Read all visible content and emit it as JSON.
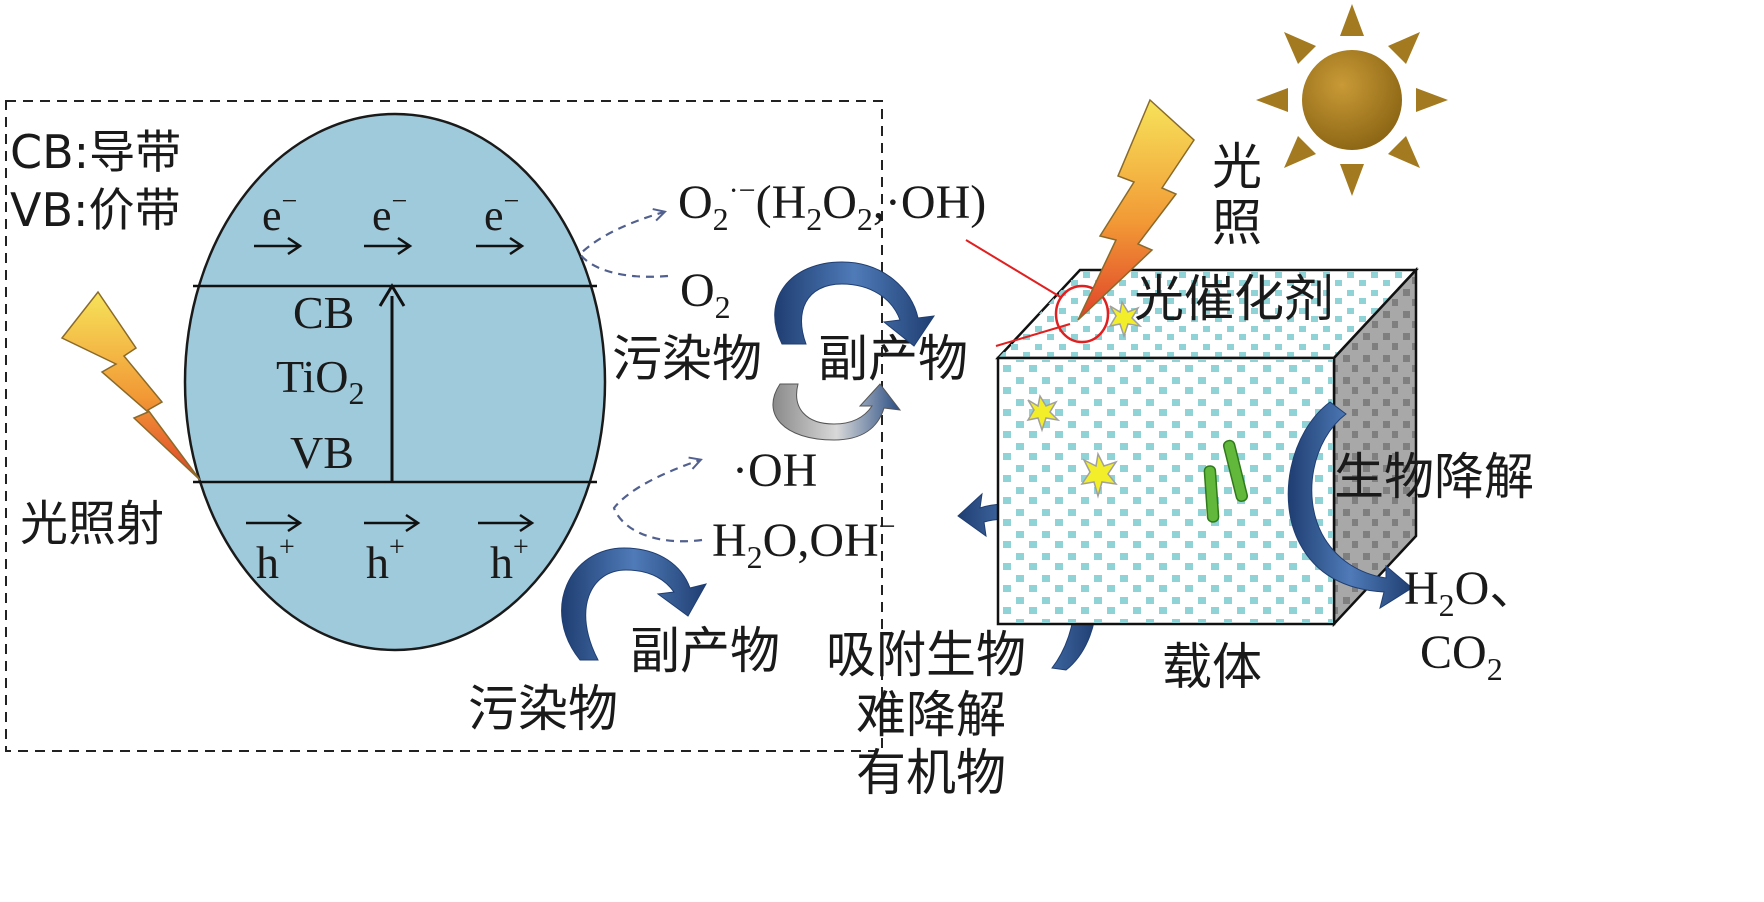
{
  "legend": {
    "cb": "CB:导带",
    "vb": "VB:价带"
  },
  "band": {
    "electron": "e",
    "electron_sup": "−",
    "hole": "h",
    "hole_sup": "+",
    "cb": "CB",
    "ti": "TiO",
    "ti_sub": "2",
    "vb": "VB"
  },
  "labels": {
    "light_irradiation": "光照射",
    "o2": "O",
    "o2_sub": "2",
    "radicals": {
      "t1": "O",
      "t2": "2",
      "t3": "·−",
      "t4": "(H",
      "t5": "2",
      "t6": "O",
      "t7": "2",
      "t8": ",·OH)"
    },
    "pollutant_top": "污染物",
    "byproduct_top": "副产物",
    "oh": "·OH",
    "water": {
      "t1": "H",
      "t2": "2",
      "t3": "O,OH",
      "t4": "−"
    },
    "byproduct_bottom": "副产物",
    "pollutant_bottom": "污染物",
    "adsorb": [
      "吸附生物",
      "难降解",
      "有机物"
    ],
    "light_right": [
      "光",
      "照"
    ],
    "photocatalyst": "光催化剂",
    "biodegradation": "生物降解",
    "carrier": "载体",
    "products": {
      "t1": "H",
      "t2": "2",
      "t3": "O、",
      "t4": "CO",
      "t5": "2"
    }
  },
  "colors": {
    "band_fill": "#9fcadb",
    "arrow_blue": "#2a4e84",
    "dashed": "#51608e",
    "sun": "#a37a1f",
    "callout": "#e02020",
    "cube_dot": "#8fd3d6",
    "cube_side": "#a8a8a8"
  }
}
